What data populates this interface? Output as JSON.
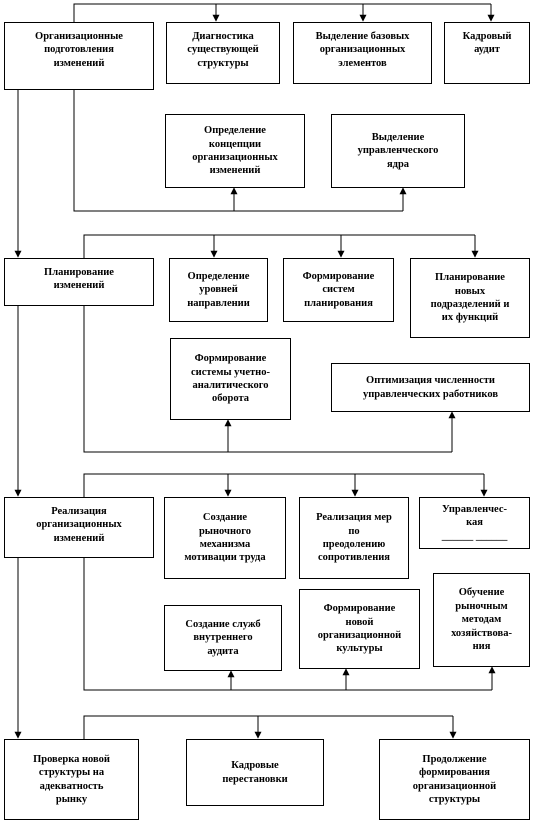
{
  "boxes": {
    "org_prep": "Организационные\nподготовления\nизменений",
    "diagnostics": "Диагностика\nсуществующей\nструктуры",
    "base_elements": "Выделение базовых\nорганизационных\nэлементов",
    "hr_audit": "Кадровый\nаудит",
    "concept": "Определение\nконцепции\nорганизационных\nизменений",
    "mgmt_core": "Выделение\nуправленческого\nядра",
    "planning": "Планирование\nизменений",
    "levels": "Определение\nуровней\nнаправлении",
    "plan_systems": "Формирование\nсистем\nпланирования",
    "new_units": "Планирование\nновых\nподразделений и\nих функций",
    "accounting": "Формирование\nсистемы учетно-\nаналитического\nоборота",
    "optimization": "Оптимизация численности\nуправленческих работников",
    "implementation": "Реализация\nорганизационных\nизменений",
    "market_motivation": "Создание\nрыночного\nмеханизма\nмотивации труда",
    "resistance": "Реализация мер\nпо\nпреодолению\nсопротивления",
    "managerial": "Управленчес-\nкая\n______  ______",
    "audit_services": "Создание служб\nвнутреннего\nаудита",
    "culture": "Формирование\nновой\nорганизационной\nкультуры",
    "training": "Обучение\nрыночным\nметодам\nхозяйствова-\nния",
    "check": "Проверка  новой\nструктуры  на\nадекватность\nрынку",
    "reshuffle": "Кадровые\nперестановки",
    "continue": "Продолжение\nформирования\nорганизационной\nструктуры"
  }
}
